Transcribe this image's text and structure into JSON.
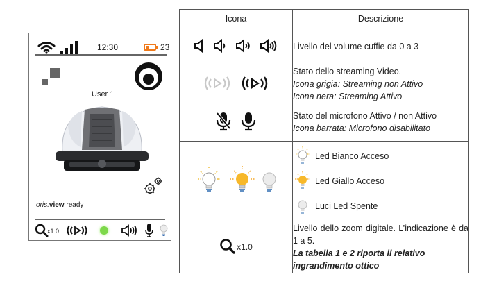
{
  "device": {
    "time": "12:30",
    "battery": "23",
    "user": "User 1",
    "ready_brand_prefix": "oris.",
    "ready_brand_bold": "view",
    "ready_text": " ready",
    "zoom": "x1.0",
    "accent_color": "#f07a1a",
    "led_color": "#7dd84a"
  },
  "table": {
    "col_icon": "Icona",
    "col_desc": "Descrizione",
    "rows": [
      {
        "name": "volume",
        "desc": "Livello del volume cuffie da 0 a 3"
      },
      {
        "name": "streaming",
        "line1": "Stato dello streaming Video.",
        "line2": "Icona grigia: Streaming non Attivo",
        "line3": "Icona nera: Streaming Attivo"
      },
      {
        "name": "microphone",
        "line1": "Stato del microfono Attivo / non Attivo",
        "line2": "Icona barrata: Microfono disabilitato"
      },
      {
        "name": "led",
        "line1": "Led Bianco Acceso",
        "line2": "Led Giallo Acceso",
        "line3": "Luci Led Spente"
      },
      {
        "name": "zoom",
        "icon_text": "x1.0",
        "line1": "Livello dello zoom digitale. L’indicazione è da 1 a 5.",
        "line2": "La tabella 1 e 2 riporta il relativo ingrandimento ottico"
      }
    ]
  }
}
